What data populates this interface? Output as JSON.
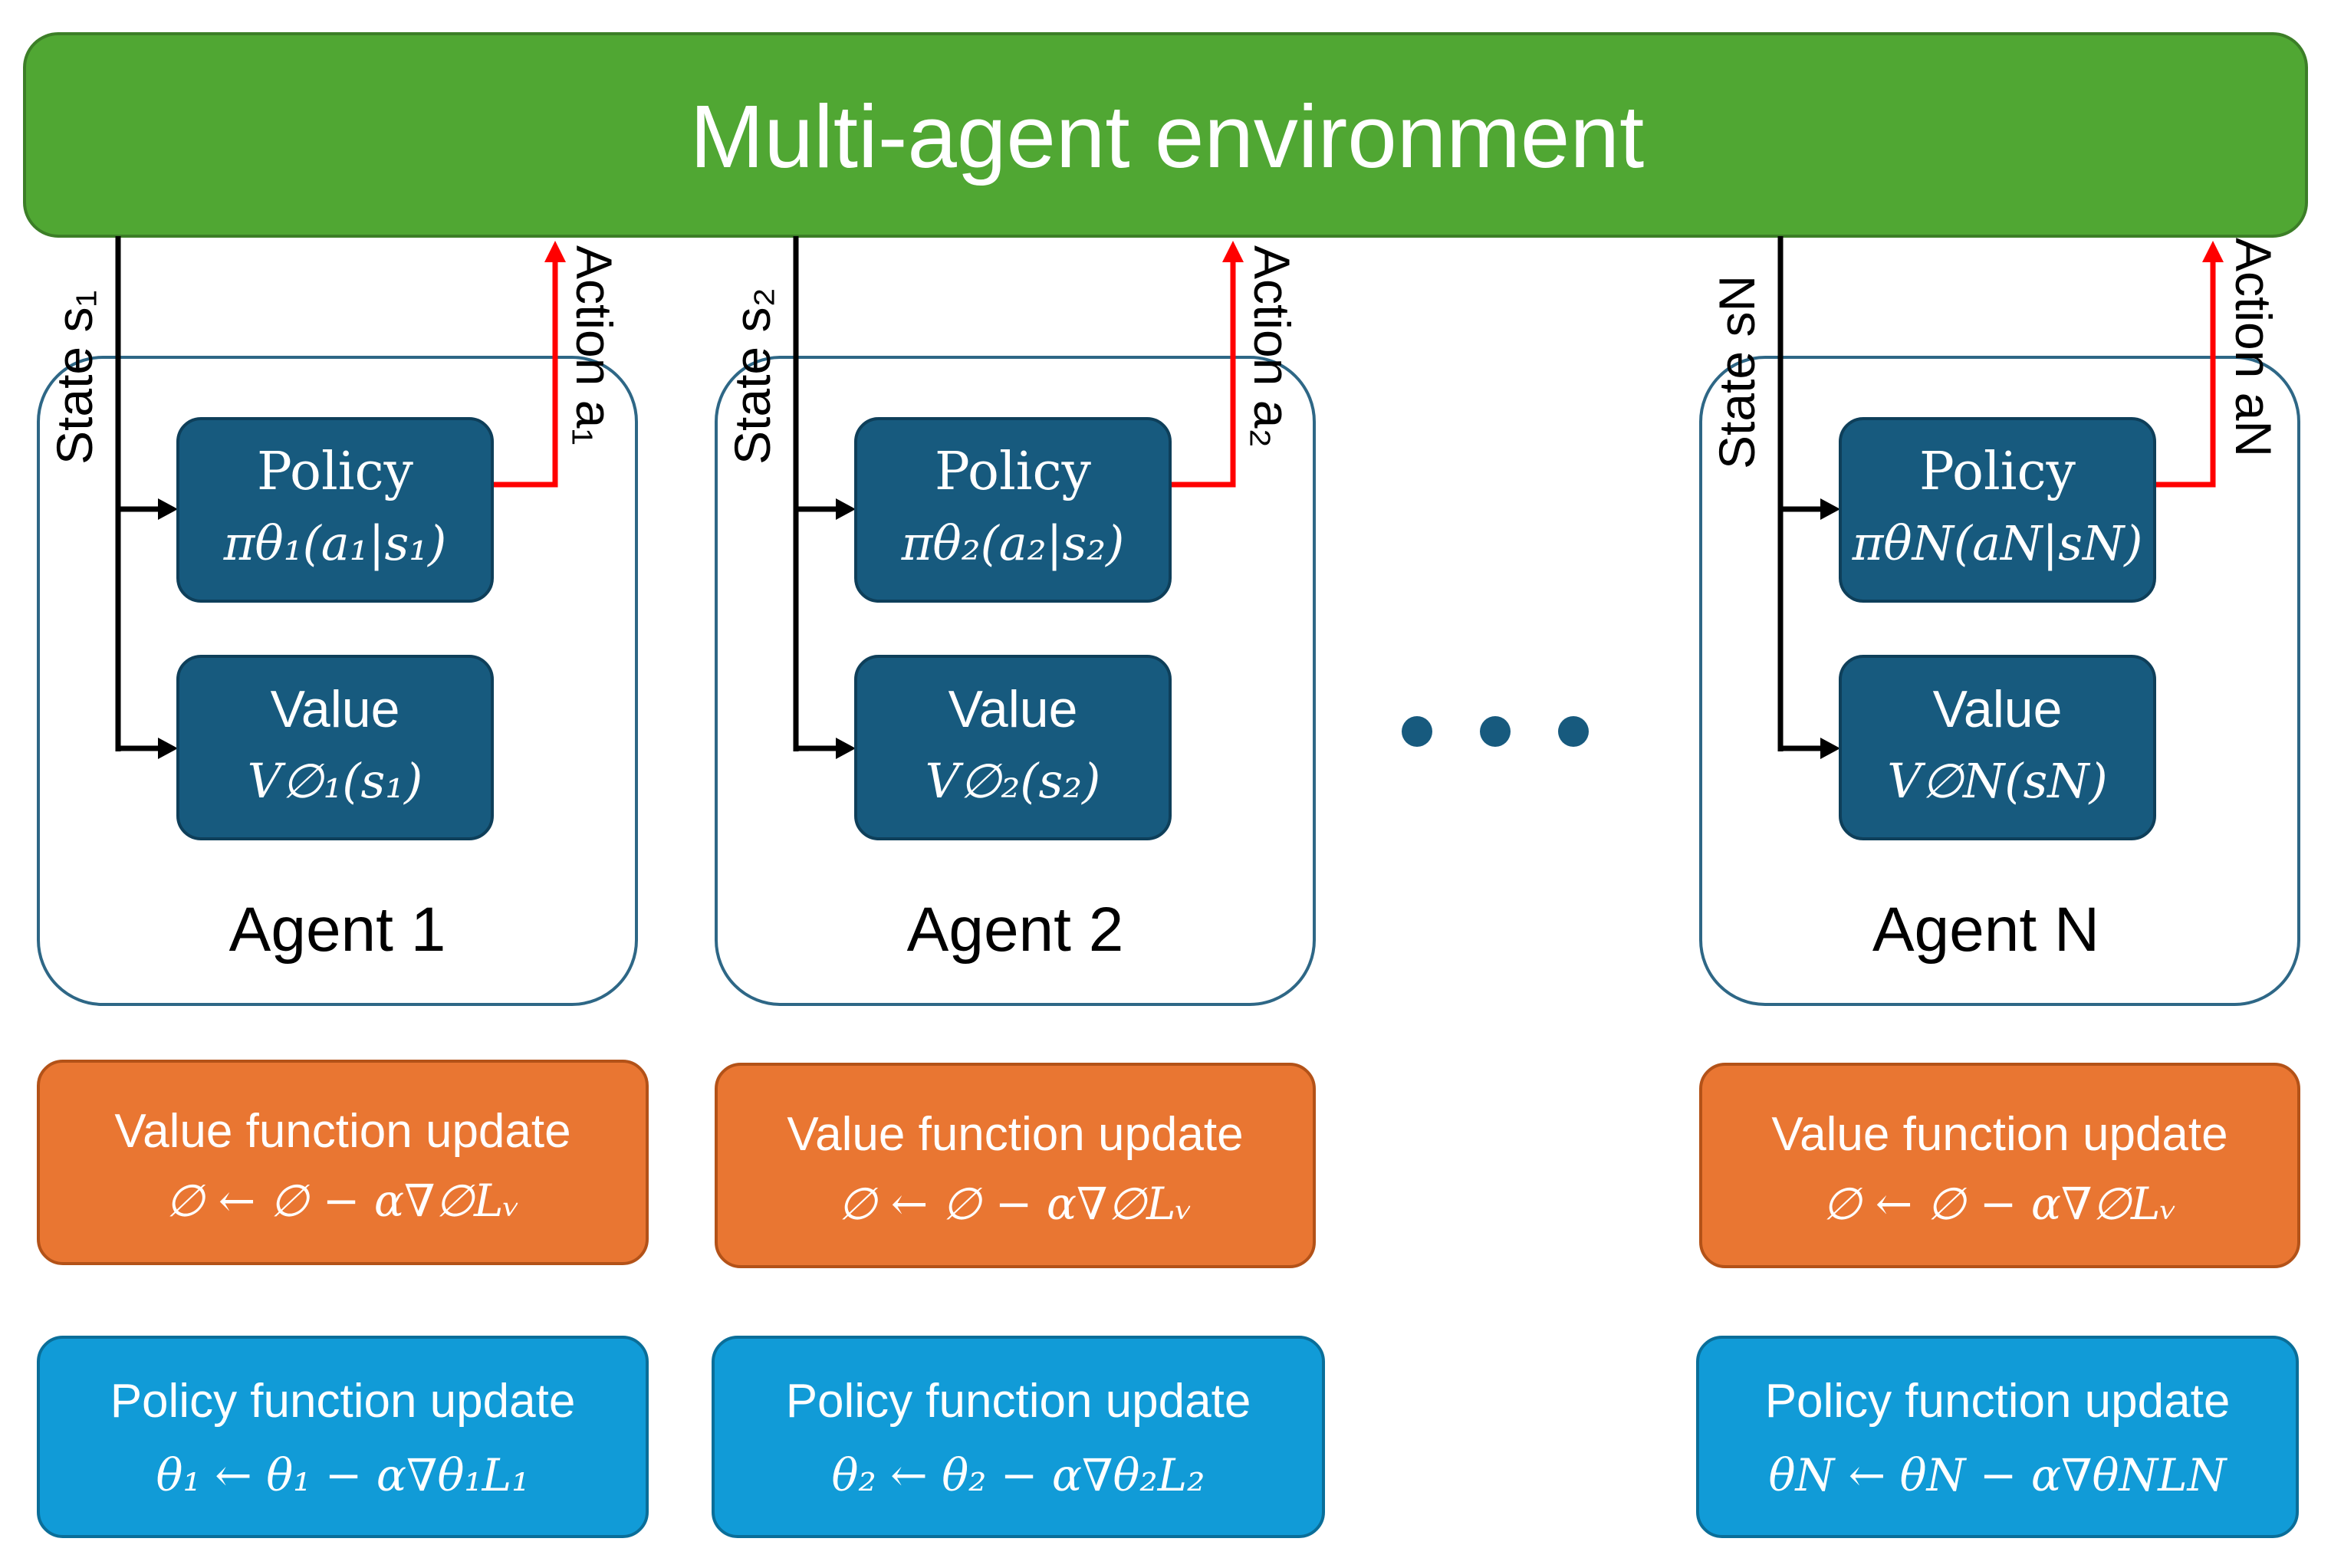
{
  "environment": {
    "title": "Multi-agent environment",
    "color": "#50A733"
  },
  "colors": {
    "agent_box_border": "#2E6786",
    "module_fill": "#175A7E",
    "value_update_fill": "#E97632",
    "policy_update_fill": "#119BD7",
    "state_arrow": "#000000",
    "action_arrow": "#FF0000"
  },
  "ellipsis": "• • •",
  "agents": [
    {
      "label": "Agent 1",
      "state_label": "State s₁",
      "action_label": "Action a₁",
      "policy": {
        "title": "Policy",
        "expr": "πθ₁(a₁|s₁)"
      },
      "value": {
        "title": "Value",
        "expr": "V∅₁(s₁)"
      },
      "value_update": {
        "title": "Value function update",
        "expr": "∅ ← ∅ − α∇∅Lᵥ"
      },
      "policy_update": {
        "title": "Policy function update",
        "expr": "θ₁ ← θ₁ − α∇θ₁L₁"
      }
    },
    {
      "label": "Agent 2",
      "state_label": "State s₂",
      "action_label": "Action a₂",
      "policy": {
        "title": "Policy",
        "expr": "πθ₂(a₂|s₂)"
      },
      "value": {
        "title": "Value",
        "expr": "V∅₂(s₂)"
      },
      "value_update": {
        "title": "Value function update",
        "expr": "∅ ← ∅ − α∇∅Lᵥ"
      },
      "policy_update": {
        "title": "Policy function update",
        "expr": "θ₂ ← θ₂ − α∇θ₂L₂"
      }
    },
    {
      "label": "Agent N",
      "state_label": "State sN",
      "action_label": "Action aN",
      "policy": {
        "title": "Policy",
        "expr": "πθN(aN|sN)"
      },
      "value": {
        "title": "Value",
        "expr": "V∅N(sN)"
      },
      "value_update": {
        "title": "Value function update",
        "expr": "∅ ← ∅ − α∇∅Lᵥ"
      },
      "policy_update": {
        "title": "Policy function update",
        "expr": "θN ← θN − α∇θNLN"
      }
    }
  ]
}
